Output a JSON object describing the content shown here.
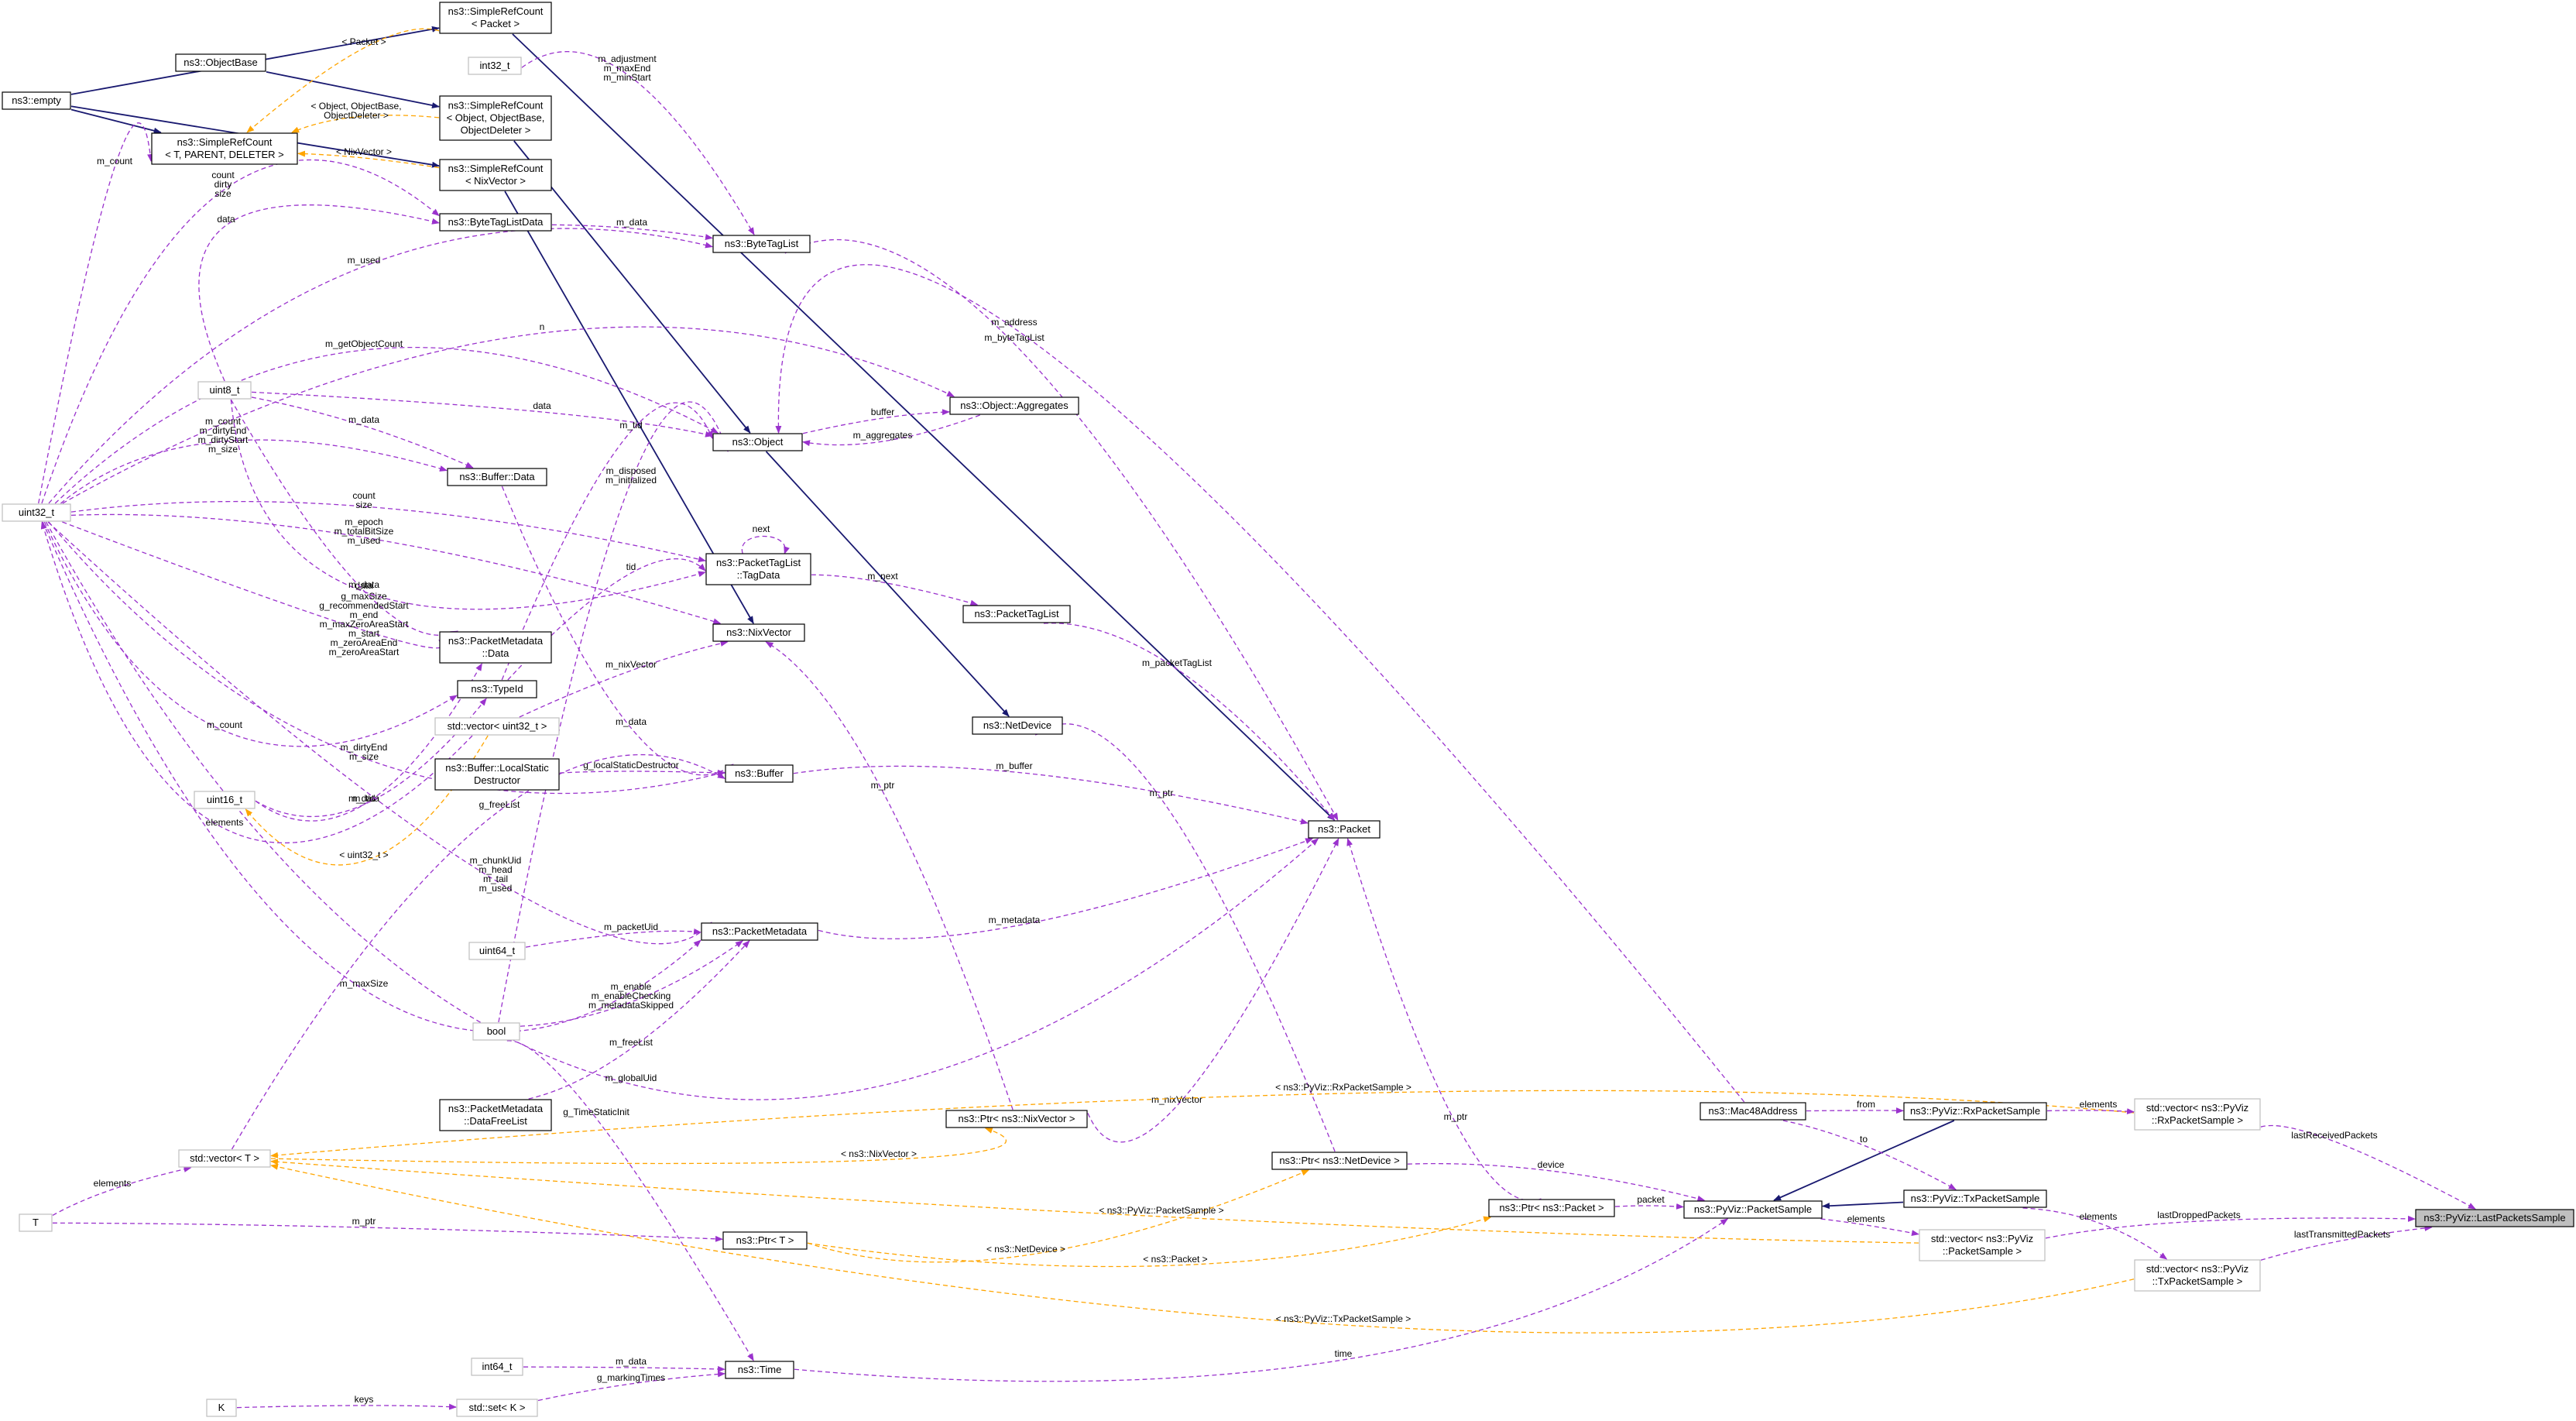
{
  "colors": {
    "inherit": "#191970",
    "usage": "#9a32cd",
    "template": "#ffa500",
    "node_border": "#000000",
    "node_border_undoc": "#bfbfbf",
    "focus_fill": "#bfbfbf"
  },
  "nodes": {
    "empty": {
      "lines": [
        "ns3::empty"
      ]
    },
    "objectbase": {
      "lines": [
        "ns3::ObjectBase"
      ]
    },
    "src_packet": {
      "lines": [
        "ns3::SimpleRefCount",
        "< Packet >"
      ]
    },
    "src_object": {
      "lines": [
        "ns3::SimpleRefCount",
        "< Object, ObjectBase,",
        "ObjectDeleter >"
      ]
    },
    "src_tpd": {
      "lines": [
        "ns3::SimpleRefCount",
        "< T, PARENT, DELETER >"
      ]
    },
    "src_nix": {
      "lines": [
        "ns3::SimpleRefCount",
        "< NixVector >"
      ]
    },
    "int32": {
      "lines": [
        "int32_t"
      ]
    },
    "uint32": {
      "lines": [
        "uint32_t"
      ]
    },
    "uint8": {
      "lines": [
        "uint8_t"
      ]
    },
    "bytetaglistdata": {
      "lines": [
        "ns3::ByteTagListData"
      ]
    },
    "bytetaglist": {
      "lines": [
        "ns3::ByteTagList"
      ]
    },
    "aggregates": {
      "lines": [
        "ns3::Object::Aggregates"
      ]
    },
    "object": {
      "lines": [
        "ns3::Object"
      ]
    },
    "bufferdata": {
      "lines": [
        "ns3::Buffer::Data"
      ]
    },
    "tagdata": {
      "lines": [
        "ns3::PacketTagList",
        "::TagData"
      ]
    },
    "packettaglist": {
      "lines": [
        "ns3::PacketTagList"
      ]
    },
    "nixvector": {
      "lines": [
        "ns3::NixVector"
      ]
    },
    "pmdata": {
      "lines": [
        "ns3::PacketMetadata",
        "::Data"
      ]
    },
    "typeid": {
      "lines": [
        "ns3::TypeId"
      ]
    },
    "vec_uint32": {
      "lines": [
        "std::vector< uint32_t >"
      ]
    },
    "netdevice": {
      "lines": [
        "ns3::NetDevice"
      ]
    },
    "uint16": {
      "lines": [
        "uint16_t"
      ]
    },
    "lsd": {
      "lines": [
        "ns3::Buffer::LocalStatic",
        "Destructor"
      ]
    },
    "buffer": {
      "lines": [
        "ns3::Buffer"
      ]
    },
    "packet": {
      "lines": [
        "ns3::Packet"
      ]
    },
    "uint64": {
      "lines": [
        "uint64_t"
      ]
    },
    "packetmetadata": {
      "lines": [
        "ns3::PacketMetadata"
      ]
    },
    "bool": {
      "lines": [
        "bool"
      ]
    },
    "datafreelist": {
      "lines": [
        "ns3::PacketMetadata",
        "::DataFreeList"
      ]
    },
    "vec_t": {
      "lines": [
        "std::vector< T >"
      ]
    },
    "t": {
      "lines": [
        "T"
      ]
    },
    "ptr_nix": {
      "lines": [
        "ns3::Ptr< ns3::NixVector >"
      ]
    },
    "ptr_t": {
      "lines": [
        "ns3::Ptr< T >"
      ]
    },
    "int64": {
      "lines": [
        "int64_t"
      ]
    },
    "time": {
      "lines": [
        "ns3::Time"
      ]
    },
    "k": {
      "lines": [
        "K"
      ]
    },
    "set_k": {
      "lines": [
        "std::set< K >"
      ]
    },
    "ptr_netdev": {
      "lines": [
        "ns3::Ptr< ns3::NetDevice >"
      ]
    },
    "ptr_packet": {
      "lines": [
        "ns3::Ptr< ns3::Packet >"
      ]
    },
    "mac48": {
      "lines": [
        "ns3::Mac48Address"
      ]
    },
    "rxps": {
      "lines": [
        "ns3::PyViz::RxPacketSample"
      ]
    },
    "txps": {
      "lines": [
        "ns3::PyViz::TxPacketSample"
      ]
    },
    "ps": {
      "lines": [
        "ns3::PyViz::PacketSample"
      ]
    },
    "vec_ps": {
      "lines": [
        "std::vector< ns3::PyViz",
        "::PacketSample >"
      ]
    },
    "vec_rx": {
      "lines": [
        "std::vector< ns3::PyViz",
        "::RxPacketSample >"
      ]
    },
    "vec_tx": {
      "lines": [
        "std::vector< ns3::PyViz",
        "::TxPacketSample >"
      ]
    },
    "lps": {
      "lines": [
        "ns3::PyViz::LastPacketsSample"
      ]
    }
  },
  "edge_labels": {
    "src_packet_to_src_tpd": [
      "< Packet >"
    ],
    "src_object_to_src_tpd": [
      "< Object, ObjectBase,",
      "ObjectDeleter >"
    ],
    "src_nix_to_src_tpd": [
      "< NixVector >"
    ],
    "uint32_to_src_tpd": [
      "m_count"
    ],
    "int32_to_bytetaglist": [
      "m_adjustment",
      "m_maxEnd",
      "m_minStart"
    ],
    "uint32_to_bytetaglistdata": [
      "count",
      "dirty",
      "size"
    ],
    "uint8_to_bytetaglistdata": [
      "data"
    ],
    "bytetaglistdata_to_bytetaglist": [
      "m_data"
    ],
    "uint32_to_bytetaglist": [
      "m_used"
    ],
    "uint32_to_aggregates": [
      "n"
    ],
    "uint32_to_object": [
      "m_getObjectCount"
    ],
    "object_to_aggregates": [
      "buffer"
    ],
    "aggregates_to_object": [
      "m_aggregates"
    ],
    "uint8_to_object": [
      "data"
    ],
    "uint8_to_bufferdata": [
      "m_data"
    ],
    "uint32_to_bufferdata": [
      "m_count",
      "m_dirtyEnd",
      "m_dirtyStart",
      "m_size"
    ],
    "uint32_to_tagdata": [
      "count",
      "size"
    ],
    "uint8_to_tagdata": [
      "data"
    ],
    "tagdata_self": [
      "next"
    ],
    "tagdata_to_packettaglist": [
      "m_next"
    ],
    "uint32_to_nixvector": [
      "m_epoch",
      "m_totalBitSize",
      "m_used"
    ],
    "vec_uint32_to_nixvector": [
      "m_nixVector"
    ],
    "uint8_to_pmdata": [
      "m_data"
    ],
    "uint32_to_pmdata": [
      "g_maxSize",
      "g_recommendedStart",
      "m_end",
      "m_maxZeroAreaStart",
      "m_start",
      "m_zeroAreaEnd",
      "m_zeroAreaStart"
    ],
    "bool_to_object": [
      "m_disposed",
      "m_initialized"
    ],
    "typeid_to_object": [
      "m_tid"
    ],
    "typeid_to_tagdata": [
      "tid"
    ],
    "uint16_to_typeid": [
      "m_tid"
    ],
    "uint32_to_typeid": [
      "m_count"
    ],
    "bufferdata_to_buffer": [
      "m_data"
    ],
    "uint32_to_buffer": [
      "m_dirtyEnd",
      "m_size"
    ],
    "uint16_to_pmdata": [
      "m_data"
    ],
    "lsd_to_buffer": [
      "g_localStaticDestructor"
    ],
    "vec_uint32_to_uint32": [
      "elements"
    ],
    "buffer_to_packet": [
      "m_buffer"
    ],
    "ptr_netdev_to_netdevice": [
      "m_ptr"
    ],
    "bytetaglist_to_packet": [
      "m_byteTagList"
    ],
    "packettaglist_to_packet": [
      "m_packetTagList"
    ],
    "vec_t_to_buffer": [
      "g_freeList"
    ],
    "vec_uint32_to_uint16": [
      "< uint32_t >"
    ],
    "uint32_to_packetmetadata": [
      "m_chunkUid",
      "m_head",
      "m_tail",
      "m_used"
    ],
    "uint64_to_packetmetadata": [
      "m_packetUid"
    ],
    "packetmetadata_to_packet": [
      "m_metadata"
    ],
    "uint32_to_pm_maxsize": [
      "m_maxSize"
    ],
    "bool_to_packetmetadata": [
      "m_enable",
      "m_enableChecking",
      "m_metadataSkipped"
    ],
    "datafreelist_to_packetmetadata": [
      "m_freeList"
    ],
    "uint32_to_packet_gid": [
      "m_globalUid"
    ],
    "ptr_nix_to_nixvector": [
      "m_ptr"
    ],
    "ptr_nix_to_packet": [
      "m_nixVector"
    ],
    "t_to_vec_t": [
      "elements"
    ],
    "t_to_ptr_t": [
      "m_ptr"
    ],
    "vec_t_to_ptr_nix": [
      "< ns3::NixVector >"
    ],
    "vec_rx_to_vec_t": [
      "< ns3::PyViz::RxPacketSample >"
    ],
    "bool_to_time": [
      "g_TimeStaticInit"
    ],
    "int64_to_time": [
      "m_data"
    ],
    "k_to_set": [
      "keys"
    ],
    "set_to_time": [
      "g_markingTimes"
    ],
    "mac48_to_object": [
      "m_address"
    ],
    "mac48_to_rxps": [
      "from"
    ],
    "mac48_to_txps": [
      "to"
    ],
    "rxps_to_vec_rx": [
      "elements"
    ],
    "ptr_packet_to_packet": [
      "m_ptr"
    ],
    "ptr_netdev_to_ps": [
      "device"
    ],
    "ptr_packet_to_ps": [
      "packet"
    ],
    "ptr_t_to_ptr_netdev": [
      "< ns3::NetDevice >"
    ],
    "ptr_t_to_ptr_packet": [
      "< ns3::Packet >"
    ],
    "ps_to_vec_ps": [
      "elements"
    ],
    "vec_ps_to_vec_t": [
      "< ns3::PyViz::PacketSample >"
    ],
    "txps_to_vec_tx": [
      "elements"
    ],
    "vec_rx_to_lps": [
      "lastReceivedPackets"
    ],
    "vec_ps_to_lps": [
      "lastDroppedPackets"
    ],
    "vec_tx_to_lps": [
      "lastTransmittedPackets"
    ],
    "vec_tx_to_vec_t": [
      "< ns3::PyViz::TxPacketSample >"
    ],
    "time_to_ps": [
      "time"
    ]
  }
}
